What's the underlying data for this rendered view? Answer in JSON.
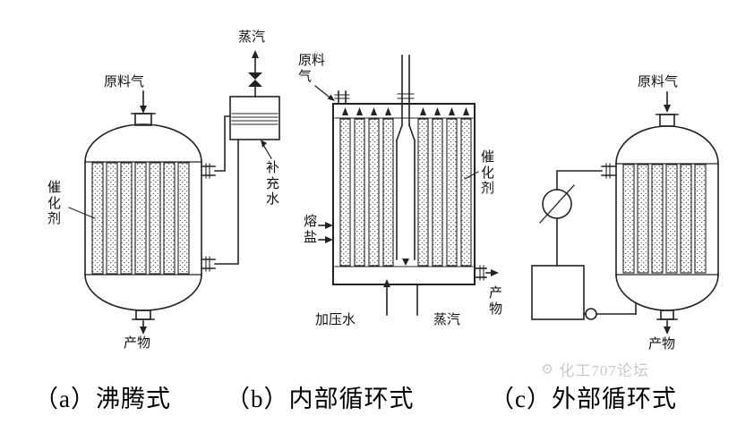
{
  "caption": {
    "a": "（a）沸腾式",
    "b": "（b）内部循环式",
    "c": "（c）外部循环式"
  },
  "reactor_a": {
    "feed_gas": "原料气",
    "catalyst": "催化剂",
    "product": "产物",
    "steam": "蒸汽",
    "makeup_water": "补充水"
  },
  "reactor_b": {
    "feed_gas": "原料气",
    "catalyst": "催化剂",
    "molten_salt": "熔盐",
    "pressurized_water": "加压水",
    "steam": "蒸汽",
    "product": "产物"
  },
  "reactor_c": {
    "feed_gas": "原料气",
    "product": "产物"
  },
  "watermark": "化工707论坛",
  "colors": {
    "line": "#222222",
    "label": "#111111",
    "watermark": "#c9c9c9",
    "background": "#ffffff"
  }
}
